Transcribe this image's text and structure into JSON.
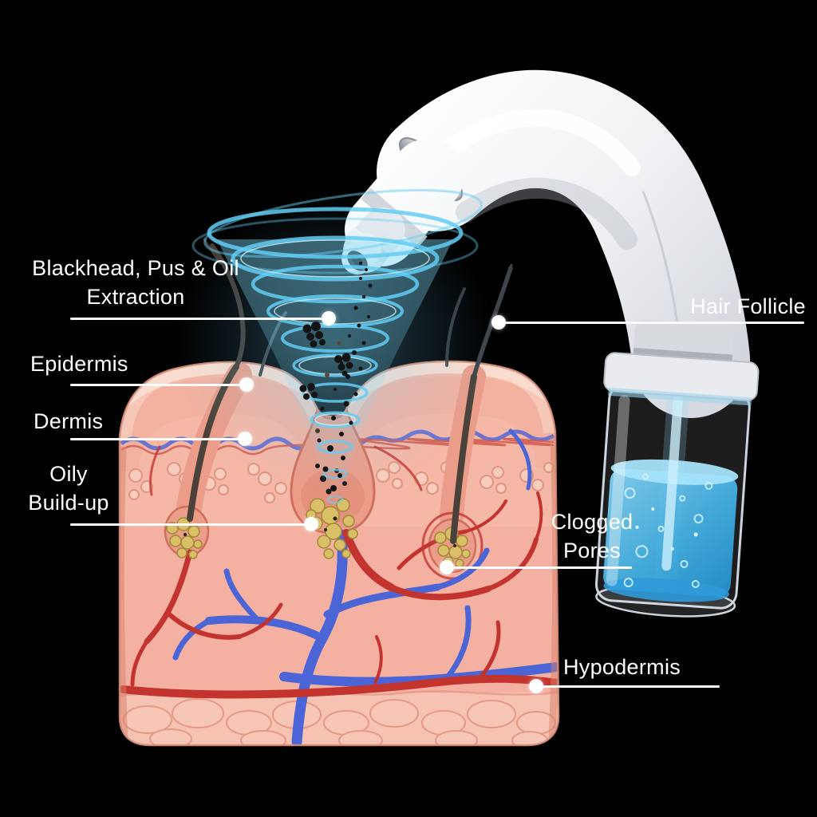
{
  "figure": {
    "type": "skin-cross-section-infographic",
    "subject": "blackhead vacuum extraction device over skin layers"
  },
  "callouts": {
    "extraction": {
      "line1": "Blackhead, Pus & Oil",
      "line2": "Extraction"
    },
    "epidermis": {
      "line1": "Epidermis"
    },
    "dermis": {
      "line1": "Dermis"
    },
    "oily_buildup": {
      "line1": "Oily",
      "line2": "Build-up"
    },
    "hair_follicle": {
      "line1": "Hair Follicle"
    },
    "clogged_pores": {
      "line1": "Clogged",
      "line2": "Pores"
    },
    "hypodermis": {
      "line1": "Hypodermis"
    }
  },
  "colors": {
    "background": "#000000",
    "label_text": "#ffffff",
    "leader_line": "#ffffff",
    "skin_base": "#f5b7a6",
    "skin_surface_highlight": "#fadcce",
    "pore_funnel": "#eb9d89",
    "hypodermis_cells": "#f7c6b6",
    "vessel_red": "#c3342f",
    "vessel_blue": "#4b64d6",
    "sebum_yellow": "#d9bf66",
    "hair_dark": "#4a423a",
    "vortex_cyan": "#63cdf3",
    "device_body": "#f1f2f5",
    "device_dark_accent": "#3f4248",
    "chrome": "#c8ccd2",
    "liquid_blue": "#45b4e8",
    "particle_black": "#141414"
  }
}
